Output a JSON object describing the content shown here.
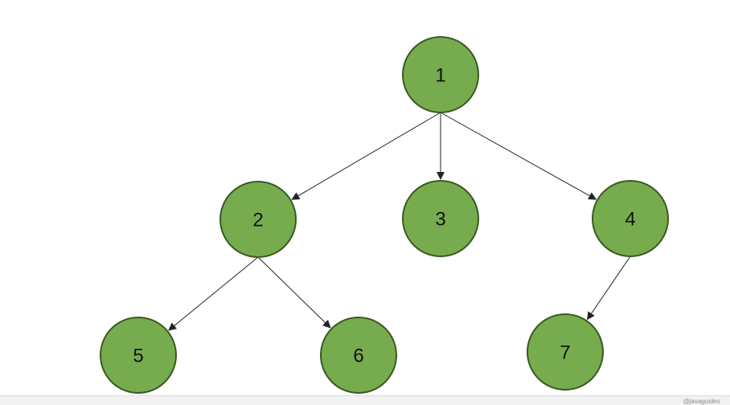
{
  "diagram": {
    "type": "tree",
    "node_fill": "#77ac4e",
    "node_stroke": "#3a5a22",
    "edge_color": "#222222",
    "nodes": [
      {
        "id": "n1",
        "label": "1"
      },
      {
        "id": "n2",
        "label": "2"
      },
      {
        "id": "n3",
        "label": "3"
      },
      {
        "id": "n4",
        "label": "4"
      },
      {
        "id": "n5",
        "label": "5"
      },
      {
        "id": "n6",
        "label": "6"
      },
      {
        "id": "n7",
        "label": "7"
      }
    ],
    "edges": [
      {
        "from": "n1",
        "to": "n2"
      },
      {
        "from": "n1",
        "to": "n3"
      },
      {
        "from": "n1",
        "to": "n4"
      },
      {
        "from": "n2",
        "to": "n5"
      },
      {
        "from": "n2",
        "to": "n6"
      },
      {
        "from": "n4",
        "to": "n7"
      }
    ]
  },
  "watermark": {
    "text": "@javaguides"
  }
}
